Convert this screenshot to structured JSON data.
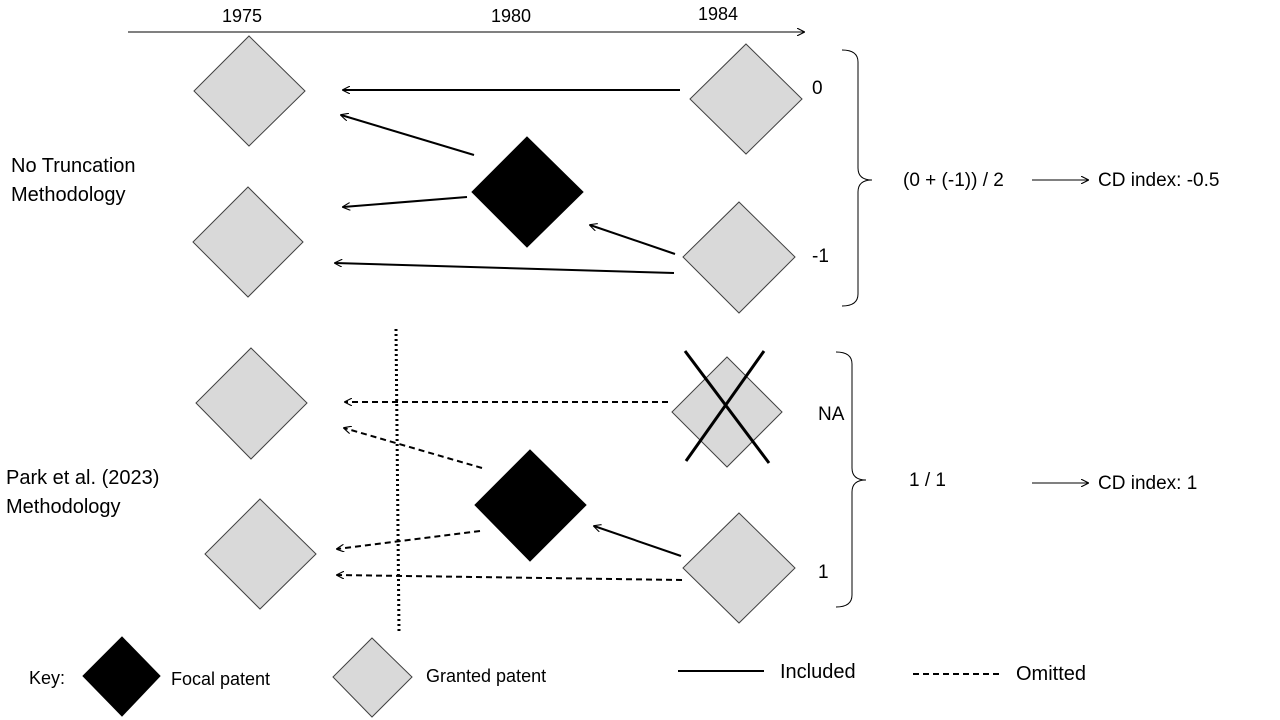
{
  "timeline": {
    "years": [
      "1975",
      "1980",
      "1984"
    ]
  },
  "sections": {
    "no_truncation": {
      "label_line1": "No Truncation",
      "label_line2": "Methodology",
      "scores": [
        "0",
        "-1"
      ],
      "formula": "(0 + (-1)) / 2",
      "result": "CD index: -0.5"
    },
    "park": {
      "label_line1": "Park et al. (2023)",
      "label_line2": "Methodology",
      "scores": [
        "NA",
        "1"
      ],
      "formula": "1 / 1",
      "result": "CD index: 1"
    }
  },
  "key": {
    "title": "Key:",
    "focal": "Focal patent",
    "granted": "Granted patent",
    "included": "Included",
    "omitted": "Omitted"
  },
  "colors": {
    "focal_fill": "#000000",
    "granted_fill": "#d9d9d9",
    "stroke": "#404040",
    "line": "#000000"
  }
}
